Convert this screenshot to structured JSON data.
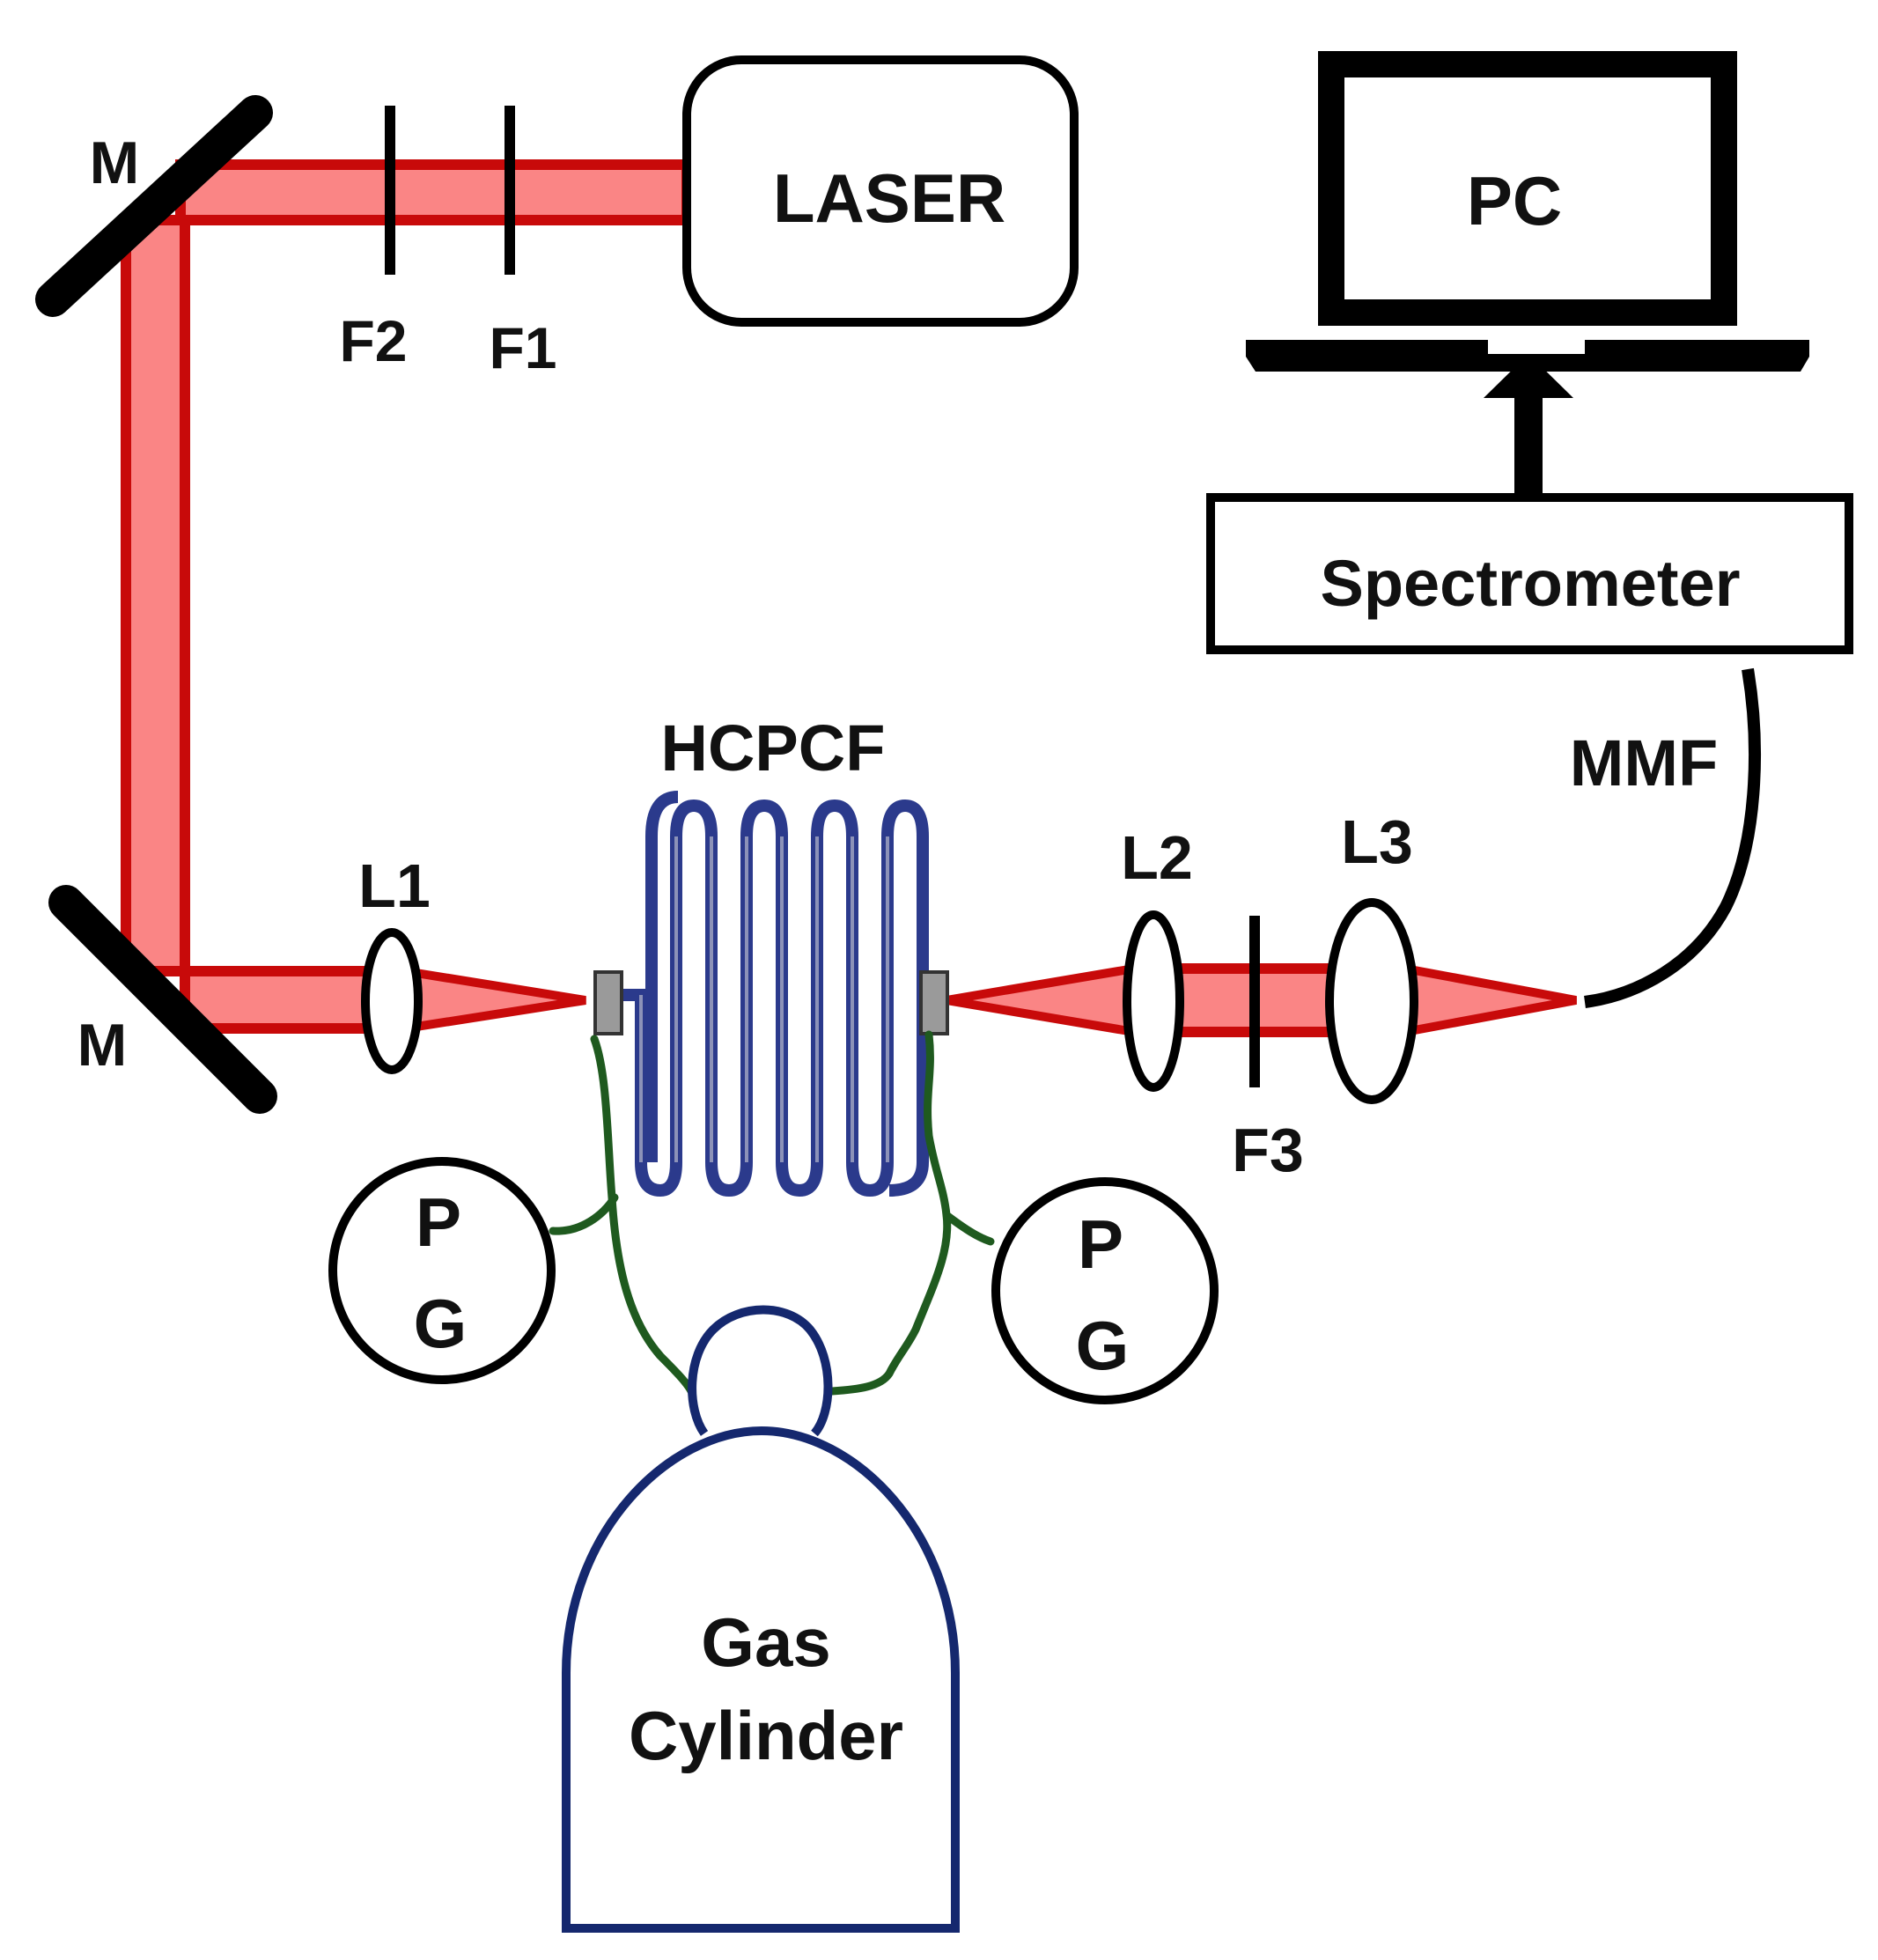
{
  "labels": {
    "mirror_top": "M",
    "mirror_bottom": "M",
    "laser": "LASER",
    "filter1": "F1",
    "filter2": "F2",
    "pc": "PC",
    "spectrometer": "Spectrometer",
    "mmf": "MMF",
    "hcpcf": "HCPCF",
    "lens1": "L1",
    "lens2": "L2",
    "lens3": "L3",
    "filter3": "F3",
    "gauge_left_top": "P",
    "gauge_left_bottom": "G",
    "gauge_right_top": "P",
    "gauge_right_bottom": "G",
    "cylinder_line1": "Gas",
    "cylinder_line2": "Cylinder"
  },
  "colors": {
    "beam_fill": "#fa8585",
    "beam_edge": "#c80a0a",
    "fiber_coil": "#2b3a8c",
    "gas_line": "#1f5a1f",
    "cylinder_outline": "#15286e",
    "outline": "#000000"
  }
}
